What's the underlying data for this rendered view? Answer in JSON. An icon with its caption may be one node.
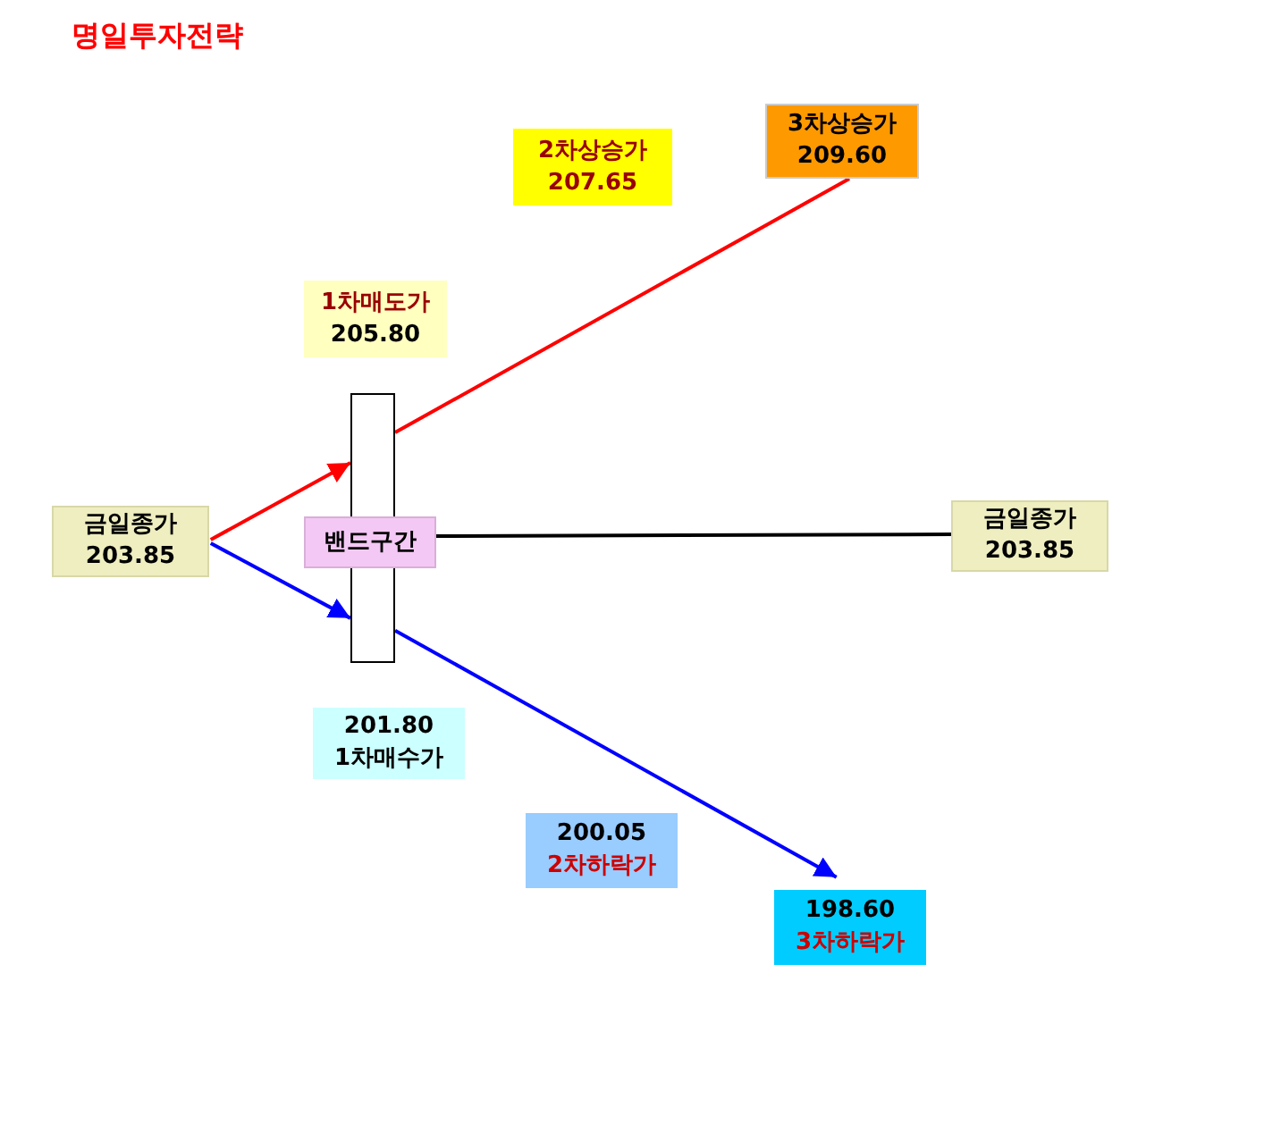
{
  "diagram": {
    "title": "명일투자전략",
    "nodes": [
      {
        "text": [
          "3차상승가",
          "209.60"
        ]
      },
      {
        "text": [
          "2차상승가",
          "207.65"
        ]
      },
      {
        "text": [
          "1차매도가",
          "205.80"
        ]
      },
      {
        "text": [],
        "shape": "bar"
      },
      {
        "text": [
          "금일종가",
          "203.85"
        ]
      },
      {
        "text": [
          "밴드구간"
        ]
      },
      {
        "text": [
          "금일종가",
          "203.85"
        ]
      },
      {
        "text": [
          "201.80",
          "1차매수가"
        ]
      },
      {
        "text": [
          "200.05",
          "2차하락가"
        ]
      },
      {
        "text": [
          "198.60",
          "3차하락가"
        ]
      }
    ],
    "edges": [
      {
        "from": 4,
        "to": 3,
        "arrow": "to",
        "color": "#ff0000"
      },
      {
        "from": 4,
        "to": 3,
        "arrow": "to",
        "color": "#0000ff"
      },
      {
        "from": 3,
        "to": 0,
        "arrow": "none",
        "color": "#ff0000"
      },
      {
        "from": 5,
        "to": 6,
        "arrow": "none",
        "color": "#000000"
      },
      {
        "from": 3,
        "to": 9,
        "arrow": "to",
        "color": "#0000ff"
      }
    ]
  }
}
